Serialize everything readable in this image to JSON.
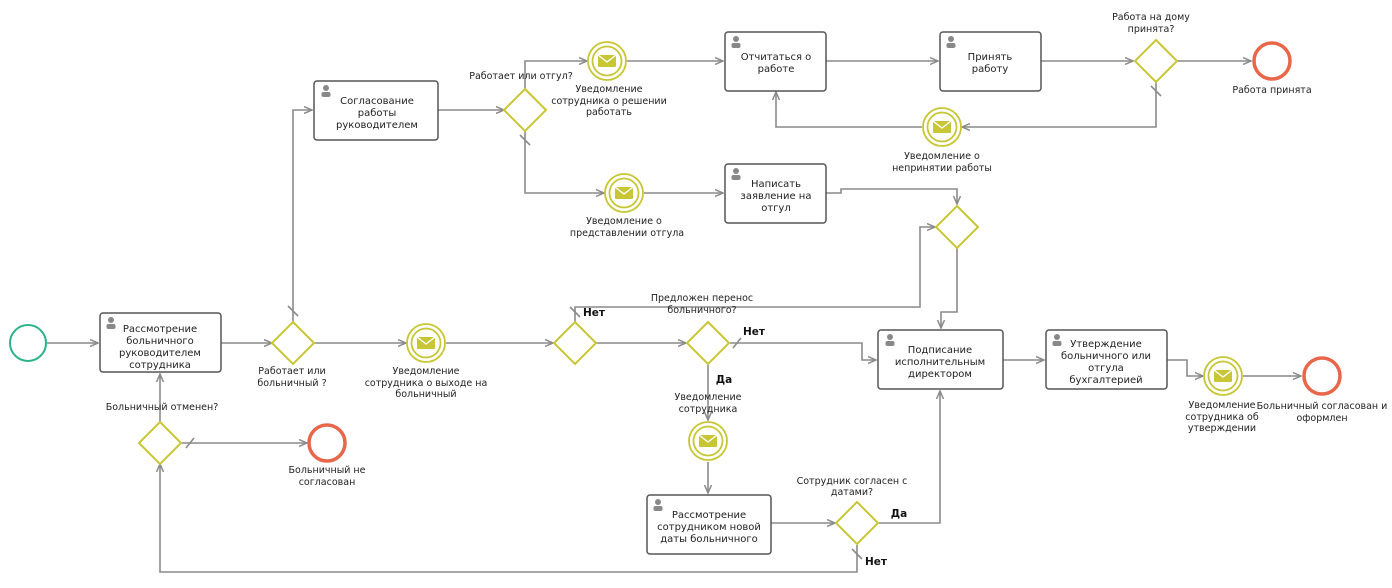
{
  "tasks": {
    "review_manager": [
      "Рассмотрение",
      "больничного",
      "руководителем",
      "сотрудника"
    ],
    "approve_work": [
      "Согласование",
      "работы",
      "руководителем"
    ],
    "report_work": [
      "Отчитаться о",
      "работе"
    ],
    "accept_work": [
      "Принять",
      "работу"
    ],
    "write_leave": [
      "Написать",
      "заявление на",
      "отгул"
    ],
    "sign_director": [
      "Подписание",
      "исполнительным",
      "директором"
    ],
    "approve_accounting": [
      "Утверждение",
      "больничного или",
      "отгула",
      "бухгалтерией"
    ],
    "review_employee": [
      "Рассмотрение",
      "сотрудником новой",
      "даты больничного"
    ]
  },
  "events": {
    "work_accepted": [
      "Работа принята"
    ],
    "sick_not_agreed": [
      "Больничный не",
      "согласован"
    ],
    "sick_done": [
      "Больничный согласован и",
      "оформлен"
    ]
  },
  "messages": {
    "decision_notice": [
      "Уведомление",
      "сотрудника о решении",
      "работать"
    ],
    "rejection_notice": [
      "Уведомление о",
      "непринятии работы"
    ],
    "leave_notice": [
      "Уведомление о",
      "представлении отгула"
    ],
    "exit_notice": [
      "Уведомление",
      "сотрудника о выходе на",
      "больничный"
    ],
    "employee_notice": [
      "Уведомление",
      "сотрудника"
    ],
    "approval_notice": [
      "Уведомление",
      "сотрудника об",
      "утверждении"
    ]
  },
  "gateways": {
    "work_or_sick": [
      "Работает или",
      "больничный ?"
    ],
    "work_or_leave": [
      "Работает или отгул?"
    ],
    "work_home_accepted": [
      "Работа на дому",
      "принята?"
    ],
    "sick_cancelled": [
      "Больничный отменен?"
    ],
    "postpone_offered": [
      "Предложен перенос",
      "больничного?"
    ],
    "employee_agrees": [
      "Сотрудник согласен с",
      "датами?"
    ]
  },
  "flow_labels": {
    "no_1": "Нет",
    "no_2": "Нет",
    "yes_1": "Да",
    "yes_2": "Да",
    "no_3": "Нет"
  },
  "colors": {
    "gateway": "#c8c635",
    "start": "#2bb38a",
    "end": "#e8674a",
    "flow": "#8a8a8a",
    "task_border": "#555555",
    "person_icon": "#888888"
  }
}
